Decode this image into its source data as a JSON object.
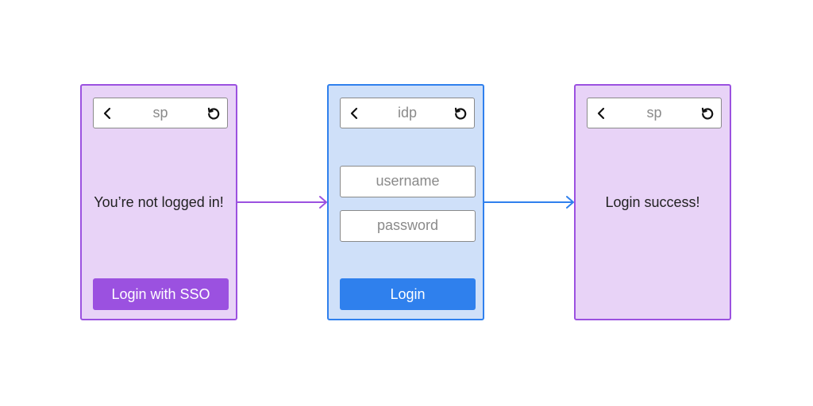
{
  "colors": {
    "sp_fill": "#e8d3f7",
    "sp_border": "#9b51e0",
    "idp_fill": "#cfe0f9",
    "idp_border": "#2f80ed"
  },
  "screens": [
    {
      "url": "sp",
      "message": "You’re not logged in!",
      "button_label": "Login with SSO"
    },
    {
      "url": "idp",
      "username_placeholder": "username",
      "password_placeholder": "password",
      "button_label": "Login"
    },
    {
      "url": "sp",
      "message": "Login success!"
    }
  ],
  "icons": {
    "back": "chevron-left-icon",
    "reload": "reload-icon"
  }
}
